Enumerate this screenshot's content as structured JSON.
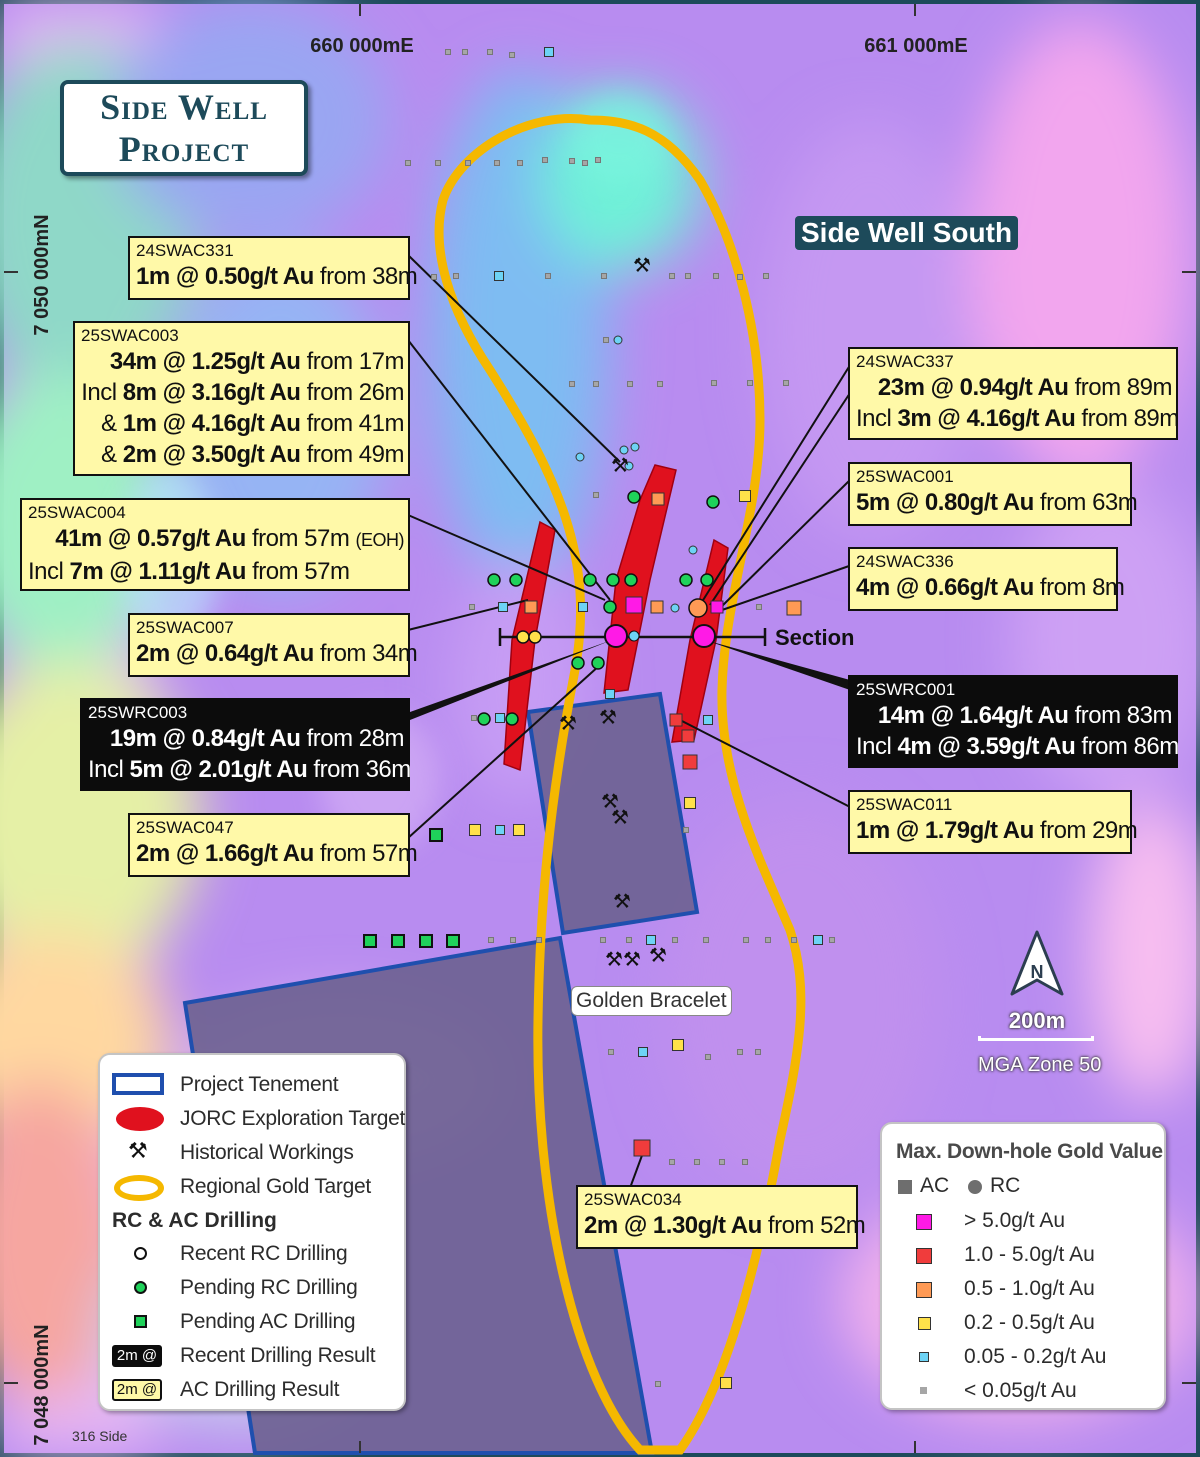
{
  "title": {
    "line1": "Side Well",
    "line2": "Project"
  },
  "area_label": "Side Well South",
  "place_label": "Golden Bracelet",
  "section_label": "Section",
  "grid": {
    "easting": [
      "660 000mE",
      "661 000mE"
    ],
    "northing": [
      "7 050 000mN",
      "7 048 000mN"
    ]
  },
  "scale": {
    "label": "200m",
    "zone": "MGA Zone 50"
  },
  "footer_ref": "316 Side",
  "colors": {
    "tenement": "#1f4fae",
    "jorc_target": "#e0111e",
    "regional_target": "#f5b800",
    "gt5": "#ff1ae6",
    "g1_5": "#f03c3c",
    "g05_1": "#ff9a55",
    "g02_05": "#ffe14a",
    "g005_02": "#6dd3f5",
    "lt005": "#a6a6a6",
    "pending": "#1fd25a"
  },
  "callouts": [
    {
      "id": "24SWAC331",
      "lines": [
        {
          "pre": "",
          "bold": "1m @ 0.50g/t Au",
          "post": " from 38m"
        }
      ]
    },
    {
      "id": "25SWAC003",
      "lines": [
        {
          "pre": "",
          "bold": "34m @ 1.25g/t Au",
          "post": " from 17m"
        },
        {
          "pre": "Incl  ",
          "bold": "8m @ 3.16g/t Au",
          "post": " from 26m"
        },
        {
          "pre": "&    ",
          "bold": "1m @ 4.16g/t Au",
          "post": " from 41m"
        },
        {
          "pre": "&    ",
          "bold": "2m @ 3.50g/t Au",
          "post": " from 49m"
        }
      ]
    },
    {
      "id": "25SWAC004",
      "lines": [
        {
          "pre": "",
          "bold": "41m @ 0.57g/t Au",
          "post": " from 57m ",
          "small": "(EOH)"
        },
        {
          "pre": "Incl  ",
          "bold": "7m @ 1.11g/t Au",
          "post": " from 57m"
        }
      ]
    },
    {
      "id": "25SWAC007",
      "lines": [
        {
          "pre": "",
          "bold": "2m @ 0.64g/t Au",
          "post": " from 34m"
        }
      ]
    },
    {
      "id": "25SWRC003",
      "lines": [
        {
          "pre": "",
          "bold": "19m @ 0.84g/t Au",
          "post": " from 28m"
        },
        {
          "pre": "Incl  ",
          "bold": "5m @ 2.01g/t Au",
          "post": " from 36m"
        }
      ]
    },
    {
      "id": "25SWAC047",
      "lines": [
        {
          "pre": "",
          "bold": "2m @ 1.66g/t Au",
          "post": " from 57m"
        }
      ]
    },
    {
      "id": "24SWAC337",
      "lines": [
        {
          "pre": "",
          "bold": "23m @ 0.94g/t Au",
          "post": " from 89m"
        },
        {
          "pre": "Incl  ",
          "bold": "3m @ 4.16g/t Au",
          "post": " from 89m"
        }
      ]
    },
    {
      "id": "25SWAC001",
      "lines": [
        {
          "pre": "",
          "bold": "5m @ 0.80g/t Au",
          "post": " from 63m"
        }
      ]
    },
    {
      "id": "24SWAC336",
      "lines": [
        {
          "pre": "",
          "bold": "4m @ 0.66g/t Au",
          "post": " from 8m"
        }
      ]
    },
    {
      "id": "25SWRC001",
      "lines": [
        {
          "pre": "",
          "bold": "14m @ 1.64g/t Au",
          "post": " from 83m"
        },
        {
          "pre": "Incl  ",
          "bold": "4m @ 3.59g/t Au",
          "post": " from 86m"
        }
      ]
    },
    {
      "id": "25SWAC011",
      "lines": [
        {
          "pre": "",
          "bold": "1m @ 1.79g/t Au",
          "post": " from 29m"
        }
      ]
    },
    {
      "id": "25SWAC034",
      "lines": [
        {
          "pre": "",
          "bold": "2m @ 1.30g/t Au",
          "post": " from 52m"
        }
      ]
    }
  ],
  "legend_left": {
    "items": [
      "Project Tenement",
      "JORC Exploration Target",
      "Historical Workings",
      "Regional Gold Target"
    ],
    "heading": "RC & AC Drilling",
    "drill_items": [
      "Recent RC Drilling",
      "Pending RC Drilling",
      "Pending AC Drilling",
      "Recent Drilling Result",
      "AC Drilling Result"
    ],
    "badge": "2m @"
  },
  "legend_right": {
    "title": "Max. Down-hole Gold Value",
    "ac": "AC",
    "rc": "RC",
    "classes": [
      "> 5.0g/t Au",
      "1.0 - 5.0g/t Au",
      "0.5 - 1.0g/t Au",
      "0.2 - 0.5g/t Au",
      "0.05 - 0.2g/t Au",
      "< 0.05g/t Au"
    ]
  }
}
